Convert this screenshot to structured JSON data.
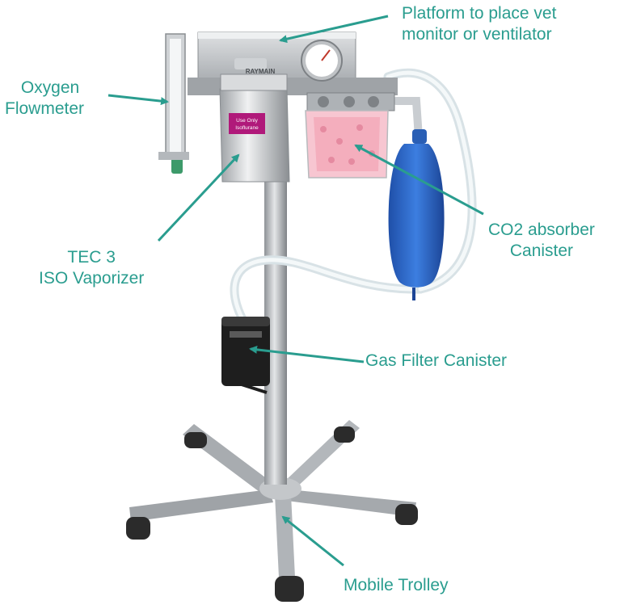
{
  "colors": {
    "label": "#2a9d8f",
    "arrow": "#2a9d8f",
    "metal": "#b9bcc0",
    "bag": "#2f6fd0",
    "granules": "#f2a8b8",
    "tube": "#e8eef0"
  },
  "labels": {
    "platform": {
      "line1": "Platform to place vet",
      "line2": "monitor or ventilator"
    },
    "flowmeter": {
      "line1": "Oxygen",
      "line2": "Flowmeter"
    },
    "absorber": {
      "line1": "CO2 absorber",
      "line2": "Canister"
    },
    "vaporizer": {
      "line1": "TEC 3",
      "line2": "ISO Vaporizer"
    },
    "filter": {
      "line1": "Gas Filter Canister"
    },
    "trolley": {
      "line1": "Mobile Trolley"
    }
  },
  "device": {
    "brand_text": "RAYMAIN",
    "vaporizer_tag_line1": "Use Only",
    "vaporizer_tag_line2": "Isoflurane"
  }
}
